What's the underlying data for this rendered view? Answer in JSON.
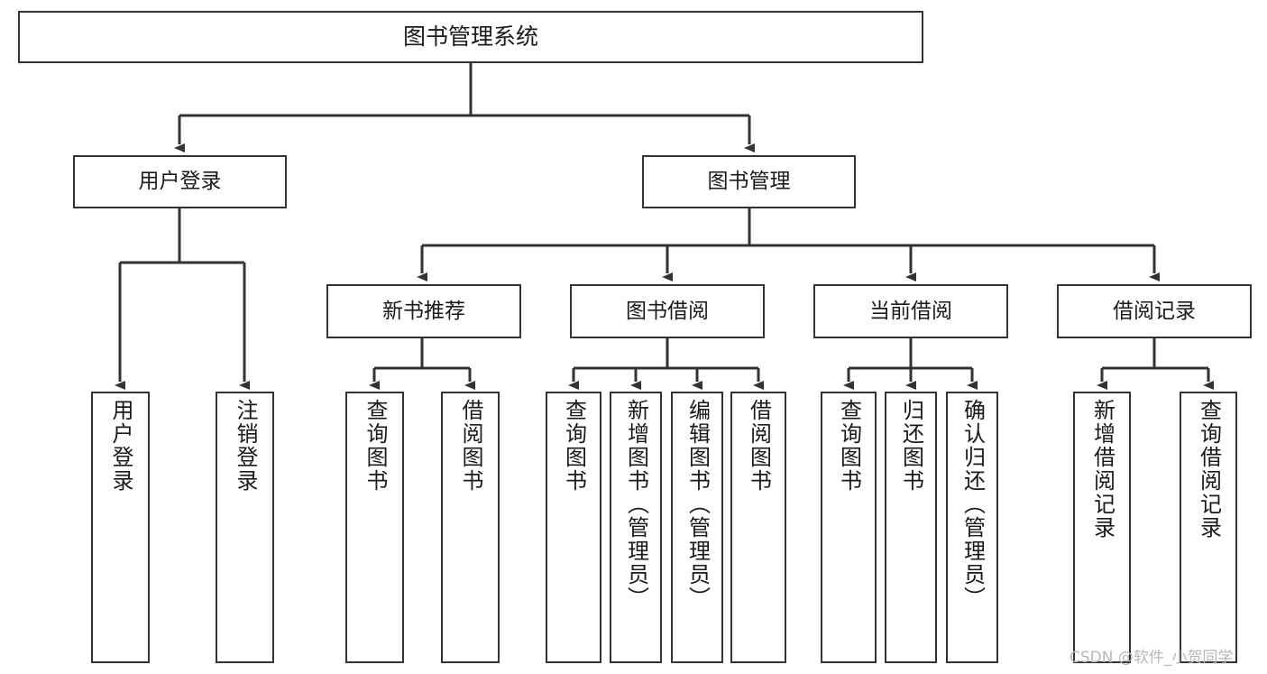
{
  "diagram": {
    "title": "图书管理系统",
    "type": "hierarchy-tree",
    "watermark": "CSDN @软件_小贺同学",
    "colors": {
      "box_border": "#333333",
      "box_fill": "#ffffff",
      "connector": "#333333",
      "text": "#1a1a1a",
      "watermark": "#b8b8b8"
    },
    "root": {
      "label": "图书管理系统"
    },
    "level1": [
      {
        "label": "用户登录"
      },
      {
        "label": "图书管理"
      }
    ],
    "level2": [
      {
        "label": "新书推荐"
      },
      {
        "label": "图书借阅"
      },
      {
        "label": "当前借阅"
      },
      {
        "label": "借阅记录"
      }
    ],
    "leaves": {
      "user_login": [
        {
          "label": "用户登录"
        },
        {
          "label": "注销登录"
        }
      ],
      "new_book": [
        {
          "label": "查询图书"
        },
        {
          "label": "借阅图书"
        }
      ],
      "book_borrow": [
        {
          "label": "查询图书"
        },
        {
          "label": "新增图书（管理员）"
        },
        {
          "label": "编辑图书（管理员）"
        },
        {
          "label": "借阅图书"
        }
      ],
      "current_borrow": [
        {
          "label": "查询图书"
        },
        {
          "label": "归还图书"
        },
        {
          "label": "确认归还（管理员）"
        }
      ],
      "borrow_record": [
        {
          "label": "新增借阅记录"
        },
        {
          "label": "查询借阅记录"
        }
      ]
    }
  }
}
